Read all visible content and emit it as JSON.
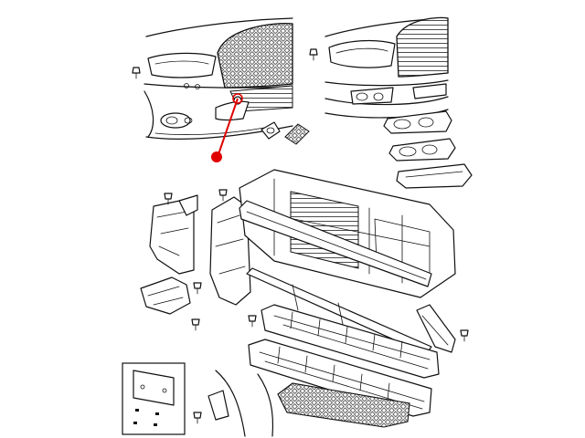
{
  "callout": {
    "color": "#e00000",
    "marker": "red-callout-dot"
  },
  "line_color": "#111111",
  "background": "#ffffff",
  "views": [
    {
      "id": "front-fascia-standard",
      "label": ""
    },
    {
      "id": "front-fascia-srt",
      "label": ""
    },
    {
      "id": "exploded-front-end",
      "label": ""
    },
    {
      "id": "license-bracket-inset",
      "label": ""
    }
  ]
}
